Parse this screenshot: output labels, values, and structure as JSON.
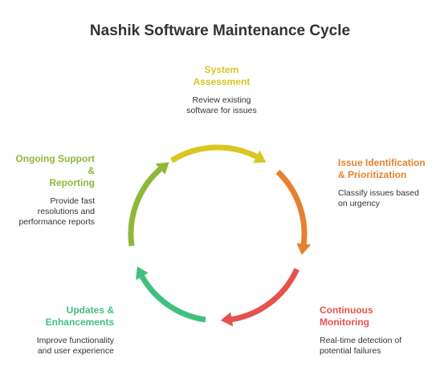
{
  "title": "Nashik Software Maintenance Cycle",
  "steps": [
    {
      "title": "System\nAssessment",
      "description": "Review existing\nsoftware for issues",
      "color": "#d9c720"
    },
    {
      "title": "Issue Identification\n& Prioritization",
      "description": "Classify issues based\non urgency",
      "color": "#e6812f"
    },
    {
      "title": "Continuous\nMonitoring",
      "description": "Real-time detection of\npotential failures",
      "color": "#e5534f"
    },
    {
      "title": "Updates &\nEnhancements",
      "description": "Improve functionality\nand user experience",
      "color": "#3fc17d"
    },
    {
      "title": "Ongoing Support &\nReporting",
      "description": "Provide fast\nresolutions and\nperformance reports",
      "color": "#8fb83a"
    }
  ]
}
